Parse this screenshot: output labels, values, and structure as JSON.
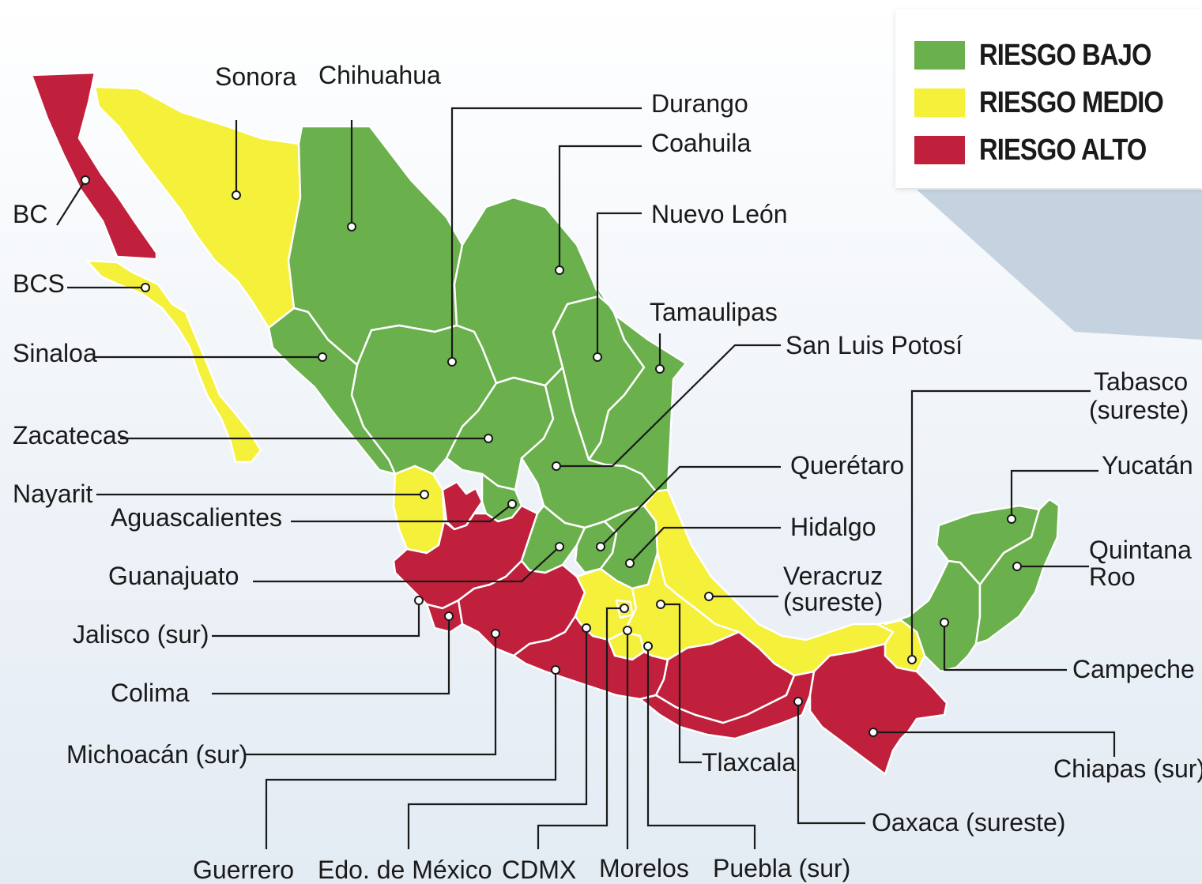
{
  "legend": {
    "items": [
      {
        "label": "RIESGO BAJO",
        "color": "#6ab04c"
      },
      {
        "label": "RIESGO MEDIO",
        "color": "#f5f03a"
      },
      {
        "label": "RIESGO ALTO",
        "color": "#c0203c"
      }
    ]
  },
  "colors": {
    "bajo": "#6ab04c",
    "medio": "#f5f03a",
    "alto": "#c0203c",
    "shadow": "#c5d3e0"
  },
  "labels": {
    "bc": "BC",
    "bcs": "BCS",
    "sonora": "Sonora",
    "chihuahua": "Chihuahua",
    "durango": "Durango",
    "coahuila": "Coahuila",
    "nuevo_leon": "Nuevo León",
    "tamaulipas": "Tamaulipas",
    "slp": "San Luis Potosí",
    "sinaloa": "Sinaloa",
    "zacatecas": "Zacatecas",
    "nayarit": "Nayarit",
    "aguascalientes": "Aguascalientes",
    "guanajuato": "Guanajuato",
    "jalisco": "Jalisco (sur)",
    "colima": "Colima",
    "michoacan": "Michoacán (sur)",
    "guerrero": "Guerrero",
    "edomex": "Edo. de México",
    "cdmx": "CDMX",
    "morelos": "Morelos",
    "puebla": "Puebla (sur)",
    "tlaxcala": "Tlaxcala",
    "oaxaca": "Oaxaca (sureste)",
    "chiapas": "Chiapas (sur)",
    "campeche": "Campeche",
    "quintana_roo_1": "Quintana",
    "quintana_roo_2": "Roo",
    "yucatan": "Yucatán",
    "tabasco_1": "Tabasco",
    "tabasco_2": "(sureste)",
    "queretaro": "Querétaro",
    "hidalgo": "Hidalgo",
    "veracruz_1": "Veracruz",
    "veracruz_2": "(sureste)"
  },
  "regions": [
    {
      "name": "bc",
      "risk": "alto"
    },
    {
      "name": "bcs",
      "risk": "medio"
    },
    {
      "name": "sonora",
      "risk": "medio"
    },
    {
      "name": "chihuahua",
      "risk": "bajo"
    },
    {
      "name": "coahuila",
      "risk": "bajo"
    },
    {
      "name": "nuevo-leon",
      "risk": "bajo"
    },
    {
      "name": "tamaulipas",
      "risk": "bajo"
    },
    {
      "name": "sinaloa",
      "risk": "bajo"
    },
    {
      "name": "durango",
      "risk": "bajo"
    },
    {
      "name": "zacatecas",
      "risk": "bajo"
    },
    {
      "name": "san-luis-potosi",
      "risk": "bajo"
    },
    {
      "name": "nayarit",
      "risk": "medio"
    },
    {
      "name": "jalisco-norte",
      "risk": "alto"
    },
    {
      "name": "jalisco-sur",
      "risk": "alto"
    },
    {
      "name": "aguascalientes",
      "risk": "bajo"
    },
    {
      "name": "guanajuato",
      "risk": "bajo"
    },
    {
      "name": "queretaro",
      "risk": "bajo"
    },
    {
      "name": "hidalgo",
      "risk": "bajo"
    },
    {
      "name": "veracruz",
      "risk": "medio"
    },
    {
      "name": "michoacan",
      "risk": "alto"
    },
    {
      "name": "colima",
      "risk": "alto"
    },
    {
      "name": "guerrero",
      "risk": "alto"
    },
    {
      "name": "edomex",
      "risk": "medio"
    },
    {
      "name": "cdmx",
      "risk": "medio"
    },
    {
      "name": "morelos",
      "risk": "medio"
    },
    {
      "name": "tlaxcala",
      "risk": "medio"
    },
    {
      "name": "puebla",
      "risk": "medio"
    },
    {
      "name": "puebla-sur",
      "risk": "alto"
    },
    {
      "name": "oaxaca",
      "risk": "alto"
    },
    {
      "name": "tabasco",
      "risk": "medio"
    },
    {
      "name": "chiapas",
      "risk": "alto"
    },
    {
      "name": "campeche",
      "risk": "bajo"
    },
    {
      "name": "yucatan",
      "risk": "bajo"
    },
    {
      "name": "quintana-roo",
      "risk": "bajo"
    }
  ]
}
